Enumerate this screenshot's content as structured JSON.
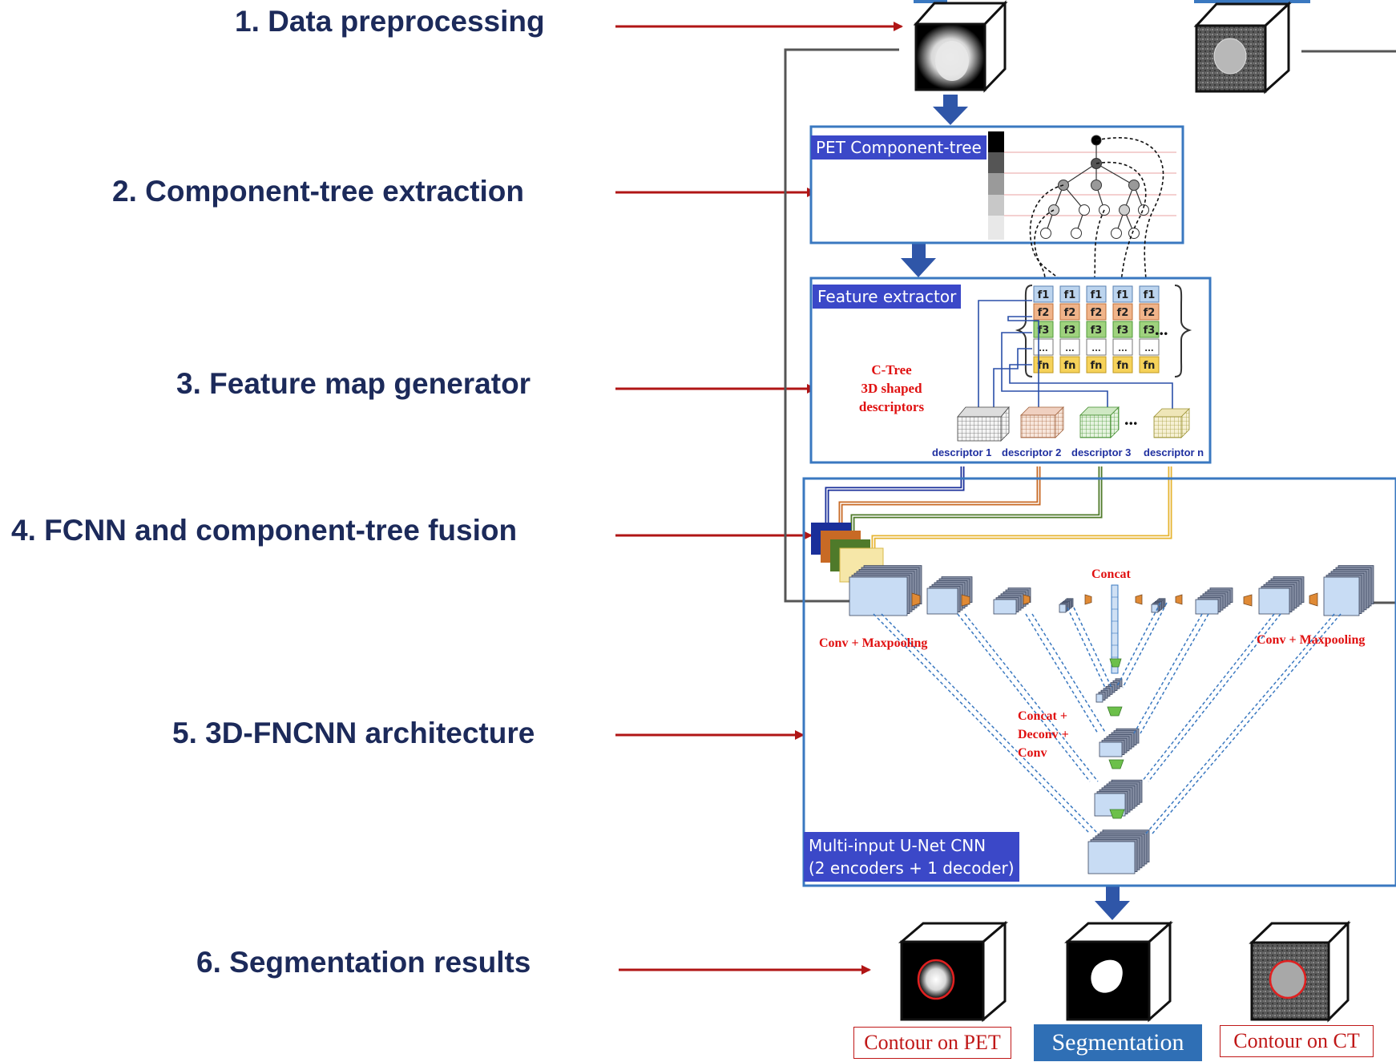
{
  "steps": [
    "1. Data preprocessing",
    "2. Component-tree extraction",
    "3. Feature map generator",
    "4. FCNN and component-tree fusion",
    "5. 3D-FNCNN architecture",
    "6. Segmentation results"
  ],
  "panels": {
    "component_tree": "PET Component-tree",
    "feature_extractor": "Feature extractor",
    "unet_line1": "Multi-input U-Net CNN",
    "unet_line2": "(2 encoders + 1 decoder)"
  },
  "features": [
    "f1",
    "f2",
    "f3",
    "...",
    "fn"
  ],
  "ellipsis": "...",
  "ctree_label": [
    "C-Tree",
    "3D shaped",
    "descriptors"
  ],
  "descriptors": [
    "descriptor 1",
    "descriptor 2",
    "descriptor 3",
    "descriptor n"
  ],
  "network_labels": {
    "concat": "Concat",
    "conv_left": "Conv + Maxpooling",
    "conv_right": "Conv + Maxpooling",
    "decoder": [
      "Concat +",
      "Deconv +",
      "Conv"
    ]
  },
  "results": [
    "Contour on PET",
    "Segmentation",
    "Contour on CT"
  ],
  "colors": {
    "arrow_red": "#b01515",
    "label_navy": "#1c2a5a",
    "panel_border": "#3a78c0",
    "panel_title": "#3b48c8",
    "block_arrow": "#2f56a8",
    "descriptor_1": "#1a2f9a",
    "descriptor_2": "#c86a25",
    "descriptor_3": "#4f7a2a",
    "descriptor_n": "#e6b432"
  }
}
